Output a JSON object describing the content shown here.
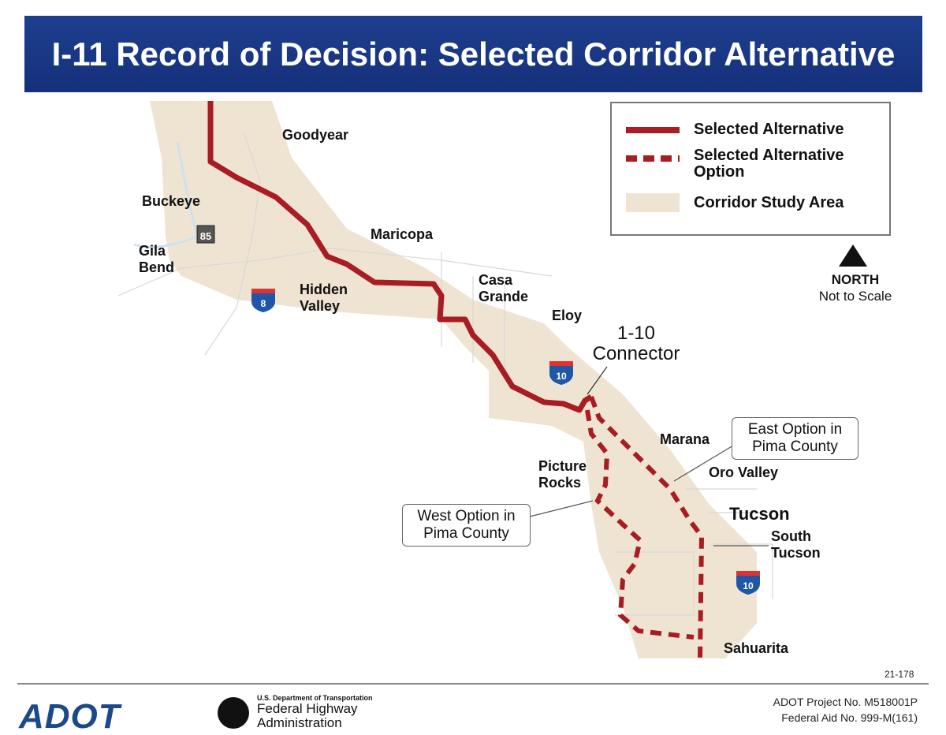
{
  "title": "I-11 Record of Decision: Selected Corridor Alternative",
  "legend": {
    "selected": "Selected Alternative",
    "option": "Selected Alternative Option",
    "study_area": "Corridor Study Area"
  },
  "north": {
    "label": "NORTH",
    "scale": "Not to Scale"
  },
  "places": {
    "goodyear": "Goodyear",
    "buckeye": "Buckeye",
    "gila_bend": "Gila Bend",
    "maricopa": "Maricopa",
    "hidden_valley": "Hidden Valley",
    "casa_grande": "Casa Grande",
    "eloy": "Eloy",
    "marana": "Marana",
    "picture_rocks": "Picture Rocks",
    "oro_valley": "Oro Valley",
    "tucson": "Tucson",
    "south_tucson": "South Tucson",
    "sahuarita": "Sahuarita"
  },
  "shields": {
    "sr85": "85",
    "i8": "8",
    "i10a": "10",
    "i10b": "10"
  },
  "connector_label": "1-10 Connector",
  "callouts": {
    "east": "East Option in Pima County",
    "west": "West Option in Pima County"
  },
  "colors": {
    "banner": "#1d3f8f",
    "route": "#a81c22",
    "corridor": "#efe4d2",
    "adot": "#1b4a8a"
  },
  "footer": {
    "code": "21-178",
    "adot_logo": "ADOT",
    "fhwa_dept": "U.S. Department of Transportation",
    "fhwa_name": "Federal Highway Administration",
    "project": "ADOT Project No. M518001P",
    "aid": "Federal Aid No. 999-M(161)"
  }
}
